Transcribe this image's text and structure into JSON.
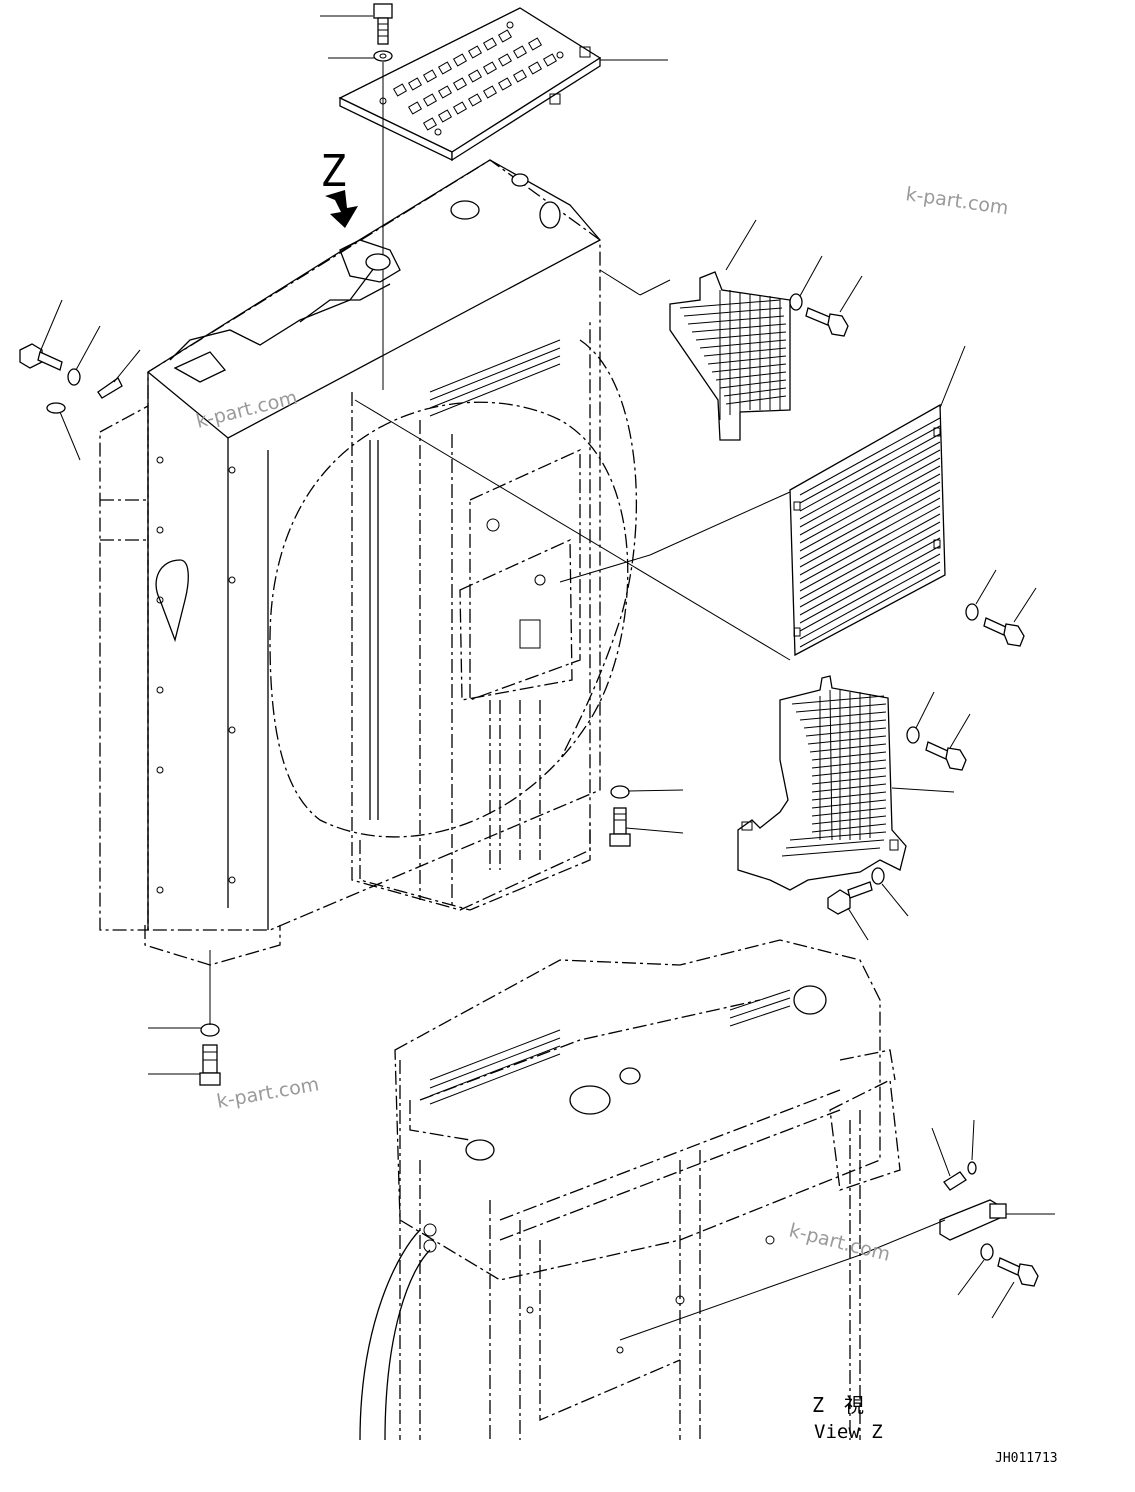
{
  "view_marker": "Z",
  "view_label_jp": "Z　視",
  "view_label_en": "View Z",
  "drawing_number": "JH011713",
  "watermark": "k-part.com"
}
